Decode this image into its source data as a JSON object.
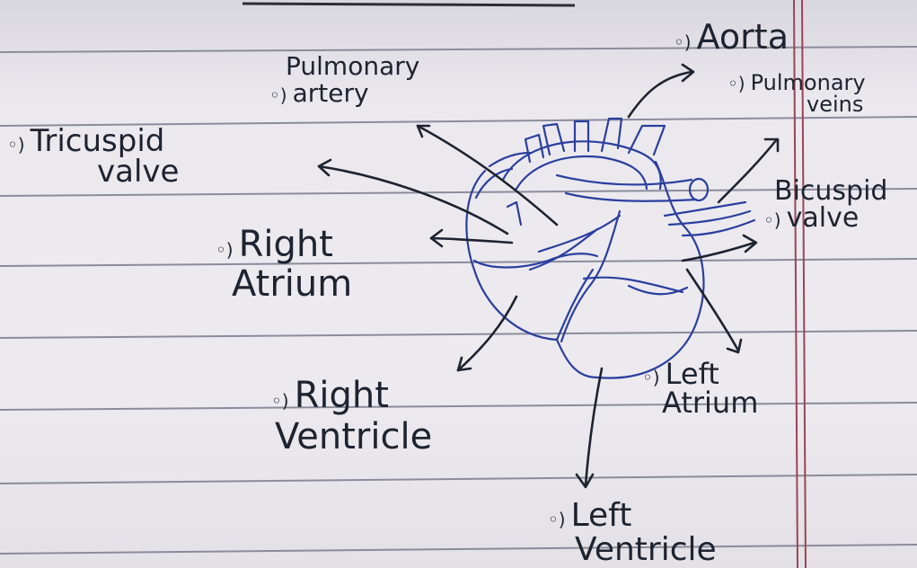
{
  "colors": {
    "paper": "#eceaef",
    "ruled_line": "#8a8c9c",
    "margin_line": "#9a4555",
    "ink_label": "#1e2330",
    "ink_diagram": "#2b3f9e"
  },
  "bullet_symbol": "◦)",
  "labels": {
    "aorta": {
      "text": "Aorta"
    },
    "pulmonary_artery": {
      "line1": "Pulmonary",
      "line2": "artery"
    },
    "pulmonary_veins": {
      "line1": "Pulmonary",
      "line2": "veins"
    },
    "tricuspid_valve": {
      "line1": "Tricuspid",
      "line2": "valve"
    },
    "bicuspid_valve": {
      "line1": "Bicuspid",
      "line2": "valve"
    },
    "right_atrium": {
      "line1": "Right",
      "line2": "Atrium"
    },
    "left_atrium": {
      "line1": "Left",
      "line2": "Atrium"
    },
    "right_ventricle": {
      "line1": "Right",
      "line2": "Ventricle"
    },
    "left_ventricle": {
      "line1": "Left",
      "line2": "Ventricle"
    }
  }
}
